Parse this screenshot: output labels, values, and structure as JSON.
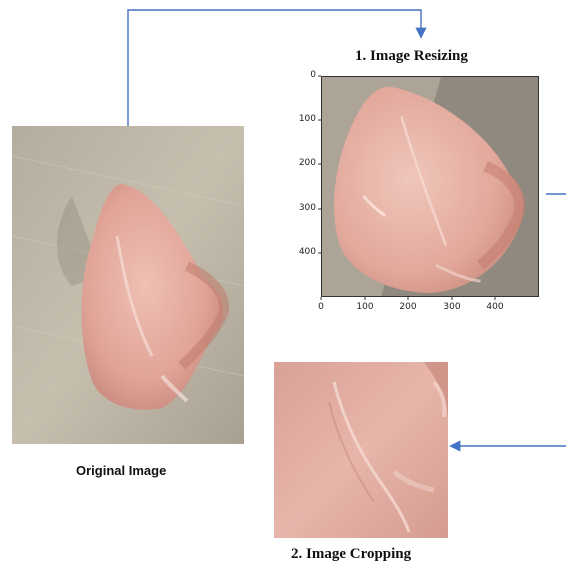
{
  "labels": {
    "original": "Original Image",
    "step1": "1. Image Resizing",
    "step2": "2. Image Cropping"
  },
  "axes": {
    "y_ticks": [
      "0",
      "100",
      "200",
      "300",
      "400"
    ],
    "x_ticks": [
      "0",
      "100",
      "200",
      "300",
      "400"
    ]
  },
  "colors": {
    "arrow": "#4472c4",
    "board": "#bfb7a8",
    "meat": "#e2a59a"
  }
}
